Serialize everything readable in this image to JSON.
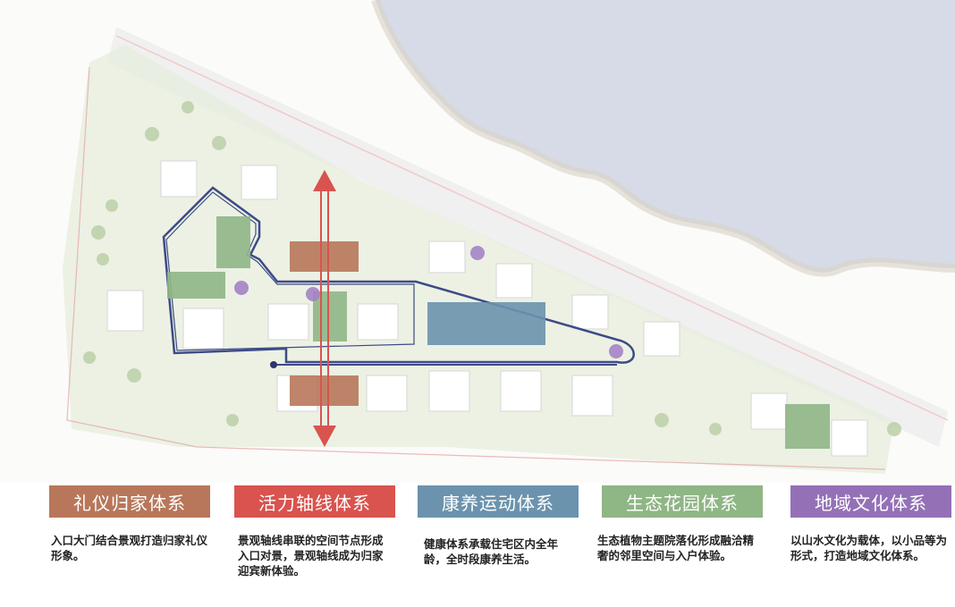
{
  "systems": [
    {
      "title": "礼仪归家体系",
      "color": "#b8775a",
      "desc": "入口大门结合景观打造归家礼仪形象。"
    },
    {
      "title": "活力轴线体系",
      "color": "#d9534f",
      "desc": "景观轴线串联的空间节点形成入口对景，景观轴线成为归家迎宾新体验。"
    },
    {
      "title": "康养运动体系",
      "color": "#6b93ad",
      "desc": "健康体系承载住宅区内全年龄，全时段康养生活。"
    },
    {
      "title": "生态花园体系",
      "color": "#8fb685",
      "desc": "生态植物主题院落化形成融洽精奢的邻里空间与入户体验。"
    },
    {
      "title": "地域文化体系",
      "color": "#9471b7",
      "desc": "以山水文化为载体，以小品等为形式，打造地域文化体系。"
    }
  ]
}
